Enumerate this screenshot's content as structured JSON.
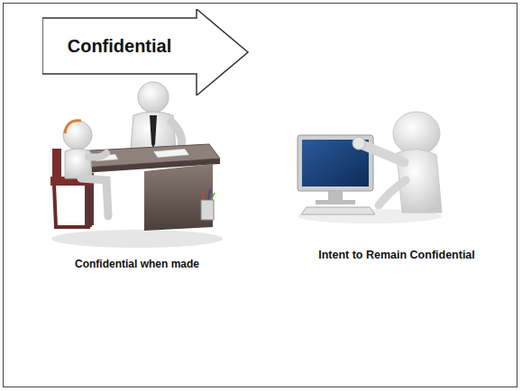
{
  "diagram": {
    "nodes": [
      {
        "text": [
          "Confidential"
        ]
      }
    ],
    "labels": [
      "Confidential when made",
      "Intent to Remain Confidential"
    ]
  }
}
